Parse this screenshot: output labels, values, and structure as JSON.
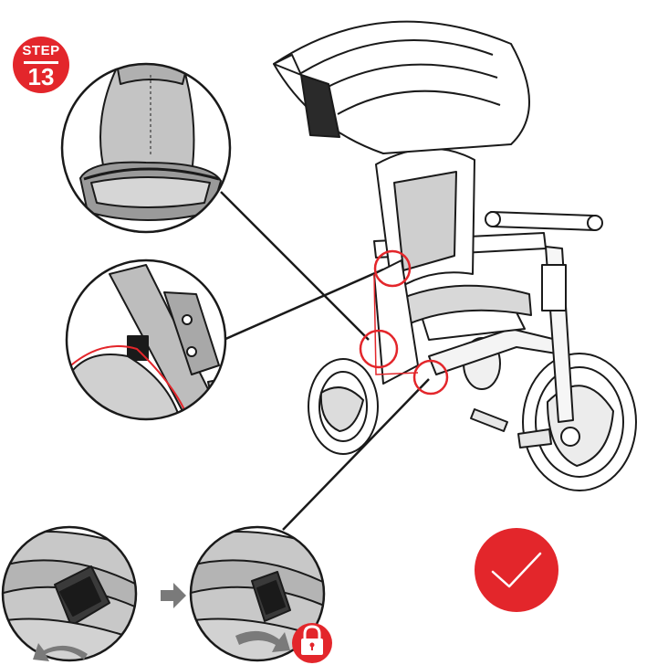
{
  "step": {
    "word": "STEP",
    "number": "13"
  },
  "icons": {
    "step_badge": "step-badge",
    "arrow": "right-arrow-icon",
    "lock": "padlock-icon",
    "check": "check-mark-icon",
    "rotate_unlocked": "curved-arrow-icon",
    "rotate_locked": "curved-arrow-icon"
  },
  "colors": {
    "accent": "#e3262b",
    "line": "#1a1a1a",
    "shade": "#c4c4c4",
    "dark_shade": "#3a3a3a",
    "arrow": "#7a7a7a"
  }
}
